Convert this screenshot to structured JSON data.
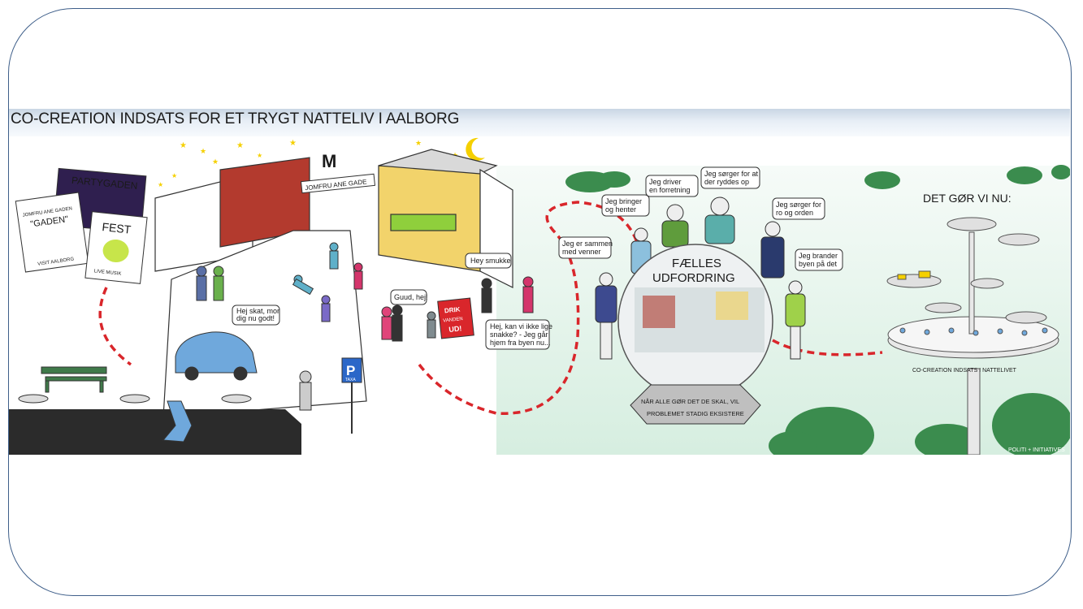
{
  "title": "CO-CREATION INDSATS FOR ET TRYGT NATTELIV I AALBORG",
  "posters": {
    "partygaden": "PARTYGADEN",
    "gaden_top": "JOMFRU ANE GADEN",
    "gaden_main": "\"GADEN\"",
    "gaden_bottom": "VISIT AALBORG",
    "fest": "FEST",
    "fest_sub": "LIVE MUSIK"
  },
  "street_sign": "JOMFRU ANE GADE",
  "parking_sign": "P",
  "parking_sub": "TAXA",
  "speech": {
    "hoj_skat_1": "Hej skat, mor",
    "hoj_skat_2": "dig nu godt!",
    "guud_hej": "Guud, hej!",
    "hey_smukke": "Hey smukke",
    "hej_kan_1": "Hej, kan vi ikke lige",
    "hej_kan_2": "snakke? - Jeg går",
    "hej_kan_3": "hjem fra byen nu...",
    "drik_1": "DRIK",
    "drik_2": "VANDEN",
    "drik_3": "UD!"
  },
  "stakeholders": {
    "venner_1": "Jeg er sammen",
    "venner_2": "med venner",
    "bringer_1": "Jeg bringer",
    "bringer_2": "og henter",
    "driver_1": "Jeg driver",
    "driver_2": "en forretning",
    "ryddes_1": "Jeg sørger for at",
    "ryddes_2": "der ryddes op",
    "orden_1": "Jeg sørger for",
    "orden_2": "ro og orden",
    "brander_1": "Jeg brander",
    "brander_2": "byen på det"
  },
  "globe": {
    "title_1": "FÆLLES",
    "title_2": "UDFORDRING",
    "base_1": "NÅR ALLE GØR DET DE SKAL, VIL",
    "base_2": "PROBLEMET STADIG EKSISTERE"
  },
  "tower": {
    "heading": "DET GØR VI NU:",
    "base_label": "CO-CREATION INDSATS I NATTELIVET"
  },
  "credit": "POLITI + INITIATIVES",
  "colors": {
    "frame": "#3f5f8a",
    "dashed_path": "#d9262b",
    "sky_green": "#d9efe3",
    "tree_green": "#3b8c4e",
    "brick": "#b33a2e",
    "yellow_building": "#f2d36b",
    "car_blue": "#6fa8dc",
    "poster_purple": "#2f1f4f",
    "drik_red": "#d9262b"
  }
}
